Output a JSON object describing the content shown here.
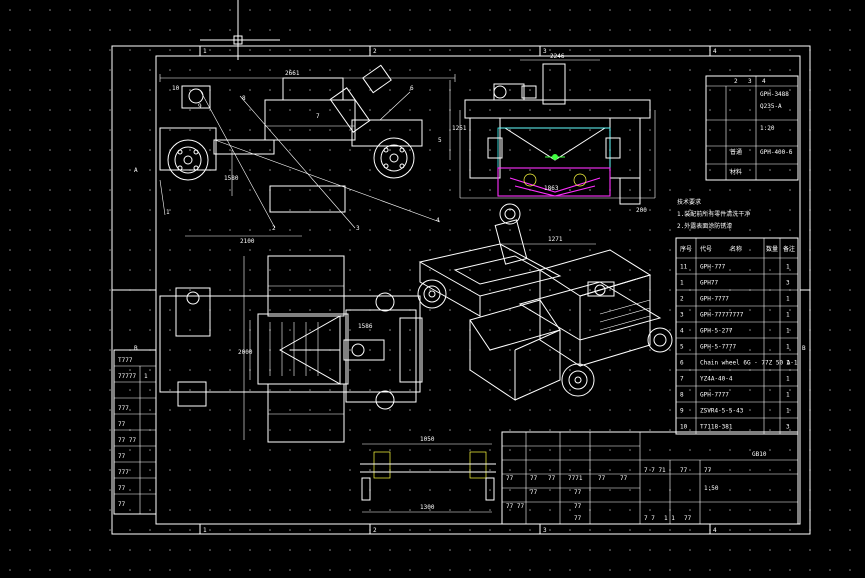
{
  "drawing": {
    "background": "#000000",
    "line_color": "#ffffff",
    "accent_colors": {
      "yellow": "#ffff40",
      "cyan": "#40ffff",
      "magenta": "#ff30ff",
      "green": "#40ff40"
    },
    "zone_labels": {
      "top": [
        "1",
        "2",
        "3",
        "4"
      ],
      "bottom": [
        "1",
        "2",
        "3",
        "4"
      ],
      "left": [
        "A",
        "B"
      ],
      "right": [
        "B"
      ]
    },
    "dimensions": {
      "side_view": [
        "2661",
        "2100",
        "1580",
        "1251"
      ],
      "front_view": [
        "2246",
        "1863",
        "200"
      ],
      "top_view": [
        "2000",
        "1586"
      ],
      "detail_view": [
        "1050",
        "1300"
      ],
      "iso_view": [
        "1271"
      ]
    },
    "leaders": {
      "side_view_balloons": [
        "10",
        "9",
        "8",
        "7",
        "6",
        "5",
        "4",
        "3",
        "2",
        "1"
      ]
    },
    "tech_notes": {
      "heading": "技术要求",
      "lines": [
        "1.装配前所有零件清洗干净",
        "2.外露表面涂防锈漆"
      ]
    },
    "parts_table": {
      "header": [
        "序号",
        "代号",
        "名称",
        "数量",
        "备注"
      ],
      "rows": [
        [
          "11",
          "GPH-777",
          "1"
        ],
        [
          "1",
          "GPH77",
          "3"
        ],
        [
          "2",
          "GPH-7777",
          "1"
        ],
        [
          "3",
          "GPH-77777777",
          "1"
        ],
        [
          "4",
          "GPH-5-277",
          "1"
        ],
        [
          "5",
          "GPH-5-7777",
          "1"
        ],
        [
          "6",
          "Chain wheel 6G - 77Z 50 A-1",
          "1"
        ],
        [
          "7",
          "YZ4A-40-4",
          "1"
        ],
        [
          "8",
          "GPH-7777",
          "1"
        ],
        [
          "9",
          "ZSVR4-5-5-43",
          "1"
        ],
        [
          "10",
          "T7118-381",
          "3"
        ]
      ]
    },
    "top_right_block": {
      "col_labels": [
        "2",
        "3",
        "4"
      ],
      "rows": [
        "GPH-3488",
        "Q235-A",
        "1:20",
        "普通",
        "GPH-400-6",
        "材料"
      ]
    },
    "left_strip": [
      "T777",
      "77777",
      "1",
      "777",
      "77",
      "77 77",
      "77",
      "777",
      "77",
      "77"
    ],
    "title_block": {
      "cells": [
        "77",
        "77",
        "77",
        "7771",
        "77",
        "77",
        "77",
        "77",
        "77",
        "77 77",
        "77",
        "7 7 71",
        "77",
        "77",
        "1:50",
        "7 7",
        "1 1",
        "77"
      ],
      "drawing_name": "GB10"
    }
  }
}
